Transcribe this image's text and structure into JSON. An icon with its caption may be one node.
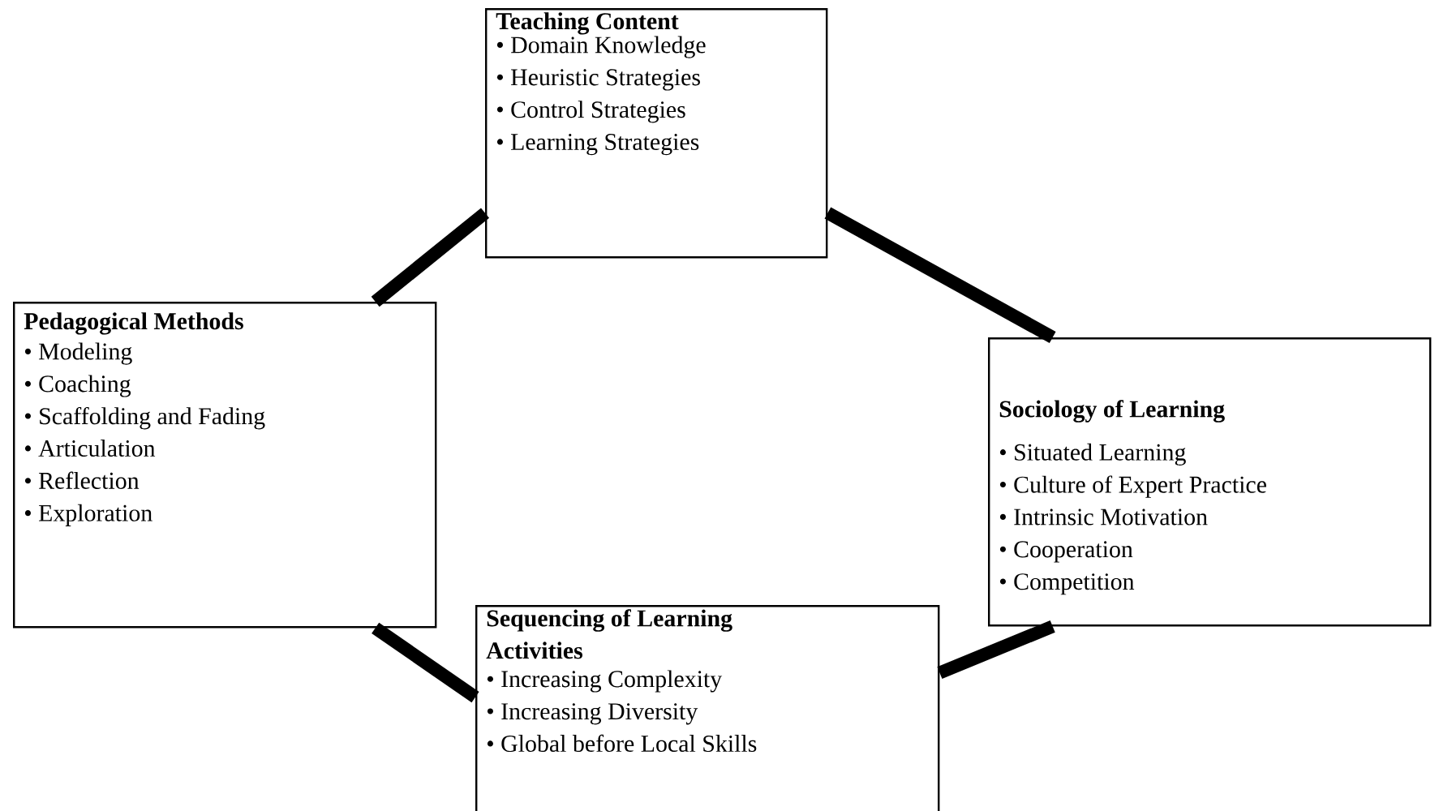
{
  "diagram": {
    "nodes": [
      {
        "text": [
          "Teaching Content",
          "• Domain Knowledge",
          "• Heuristic Strategies",
          "• Control Strategies",
          "• Learning Strategies"
        ]
      },
      {
        "text": [
          "Pedagogical Methods",
          "• Modeling",
          "• Coaching",
          "• Scaffolding and Fading",
          "• Articulation",
          "• Reflection",
          "• Exploration"
        ]
      },
      {
        "text": [
          "Sociology of Learning",
          "• Situated Learning",
          "• Culture of Expert Practice",
          "• Intrinsic Motivation",
          "• Cooperation",
          "• Competition"
        ]
      },
      {
        "text": [
          "Sequencing of Learning Activities",
          "• Increasing Complexity",
          "• Increasing Diversity",
          "• Global before Local Skills"
        ]
      }
    ],
    "edges": [
      {
        "from": 0,
        "to": 1,
        "arrow": "none"
      },
      {
        "from": 0,
        "to": 2,
        "arrow": "none"
      },
      {
        "from": 2,
        "to": 3,
        "arrow": "none"
      },
      {
        "from": 1,
        "to": 3,
        "arrow": "none"
      }
    ]
  }
}
